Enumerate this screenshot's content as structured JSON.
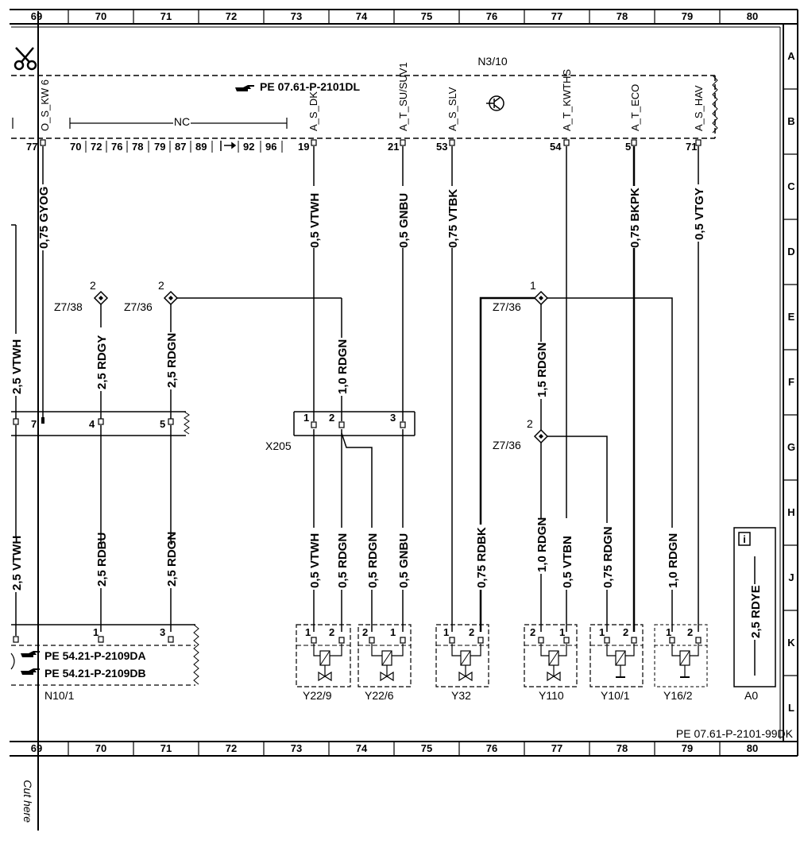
{
  "border": {
    "columns": [
      "69",
      "70",
      "71",
      "72",
      "73",
      "74",
      "75",
      "76",
      "77",
      "78",
      "79",
      "80"
    ],
    "rows": [
      "A",
      "B",
      "C",
      "D",
      "E",
      "F",
      "G",
      "H",
      "J",
      "K",
      "L"
    ],
    "cut_here": "Cut here",
    "page_ref": "PE 07.61-P-2101-99DK"
  },
  "control_unit": {
    "id": "N3/10",
    "ref": "PE 07.61-P-2101DL",
    "nc_label": "NC",
    "nc_pins": [
      "70",
      "72",
      "76",
      "78",
      "79",
      "87",
      "89",
      "92",
      "96"
    ],
    "signals": [
      "O_S_KW 6",
      "A_S_DK",
      "A_T_SU/SUV1",
      "A_S_SLV",
      "A_T_KWTHS",
      "A_T_ECO",
      "A_S_HAV"
    ],
    "pins": [
      "77",
      "19",
      "21",
      "53",
      "54",
      "5",
      "71"
    ]
  },
  "wires": {
    "w_77": "0,75 GYOG",
    "w_19": "0,5 VTWH",
    "w_21": "0,5 GNBU",
    "w_53": "0,75 VTBK",
    "w_5": "0,75 BKPK",
    "w_71": "0,5 VTGY",
    "left_top": "2,5 VTWH",
    "rdgy": "2,5 RDGY",
    "rdgn_top": "2,5 RDGN",
    "x205_in": "1,0 RDGN",
    "z736_down": "1,5 RDGN",
    "left_bot": "2,5 VTWH",
    "rdbu": "2,5 RDBU",
    "rdgn_bot": "2,5 RDGN",
    "y229_a": "0,5 VTWH",
    "y229_b": "0,5 RDGN",
    "y226_a": "0,5 RDGN",
    "y226_b": "0,5 GNBU",
    "y32_b": "0,75 RDBK",
    "y110_a": "1,0 RDGN",
    "y110_b": "0,5 VTBN",
    "y101_a": "0,75 RDGN",
    "y162_a": "1,0 RDGN",
    "a0": "2,5 RDYE"
  },
  "splices": {
    "z738": "Z7/38",
    "z738_pin": "2",
    "z736_top": "Z7/36",
    "z736_top_pin": "2",
    "z736_mid": "Z7/36",
    "z736_mid_pin": "1",
    "z736_low": "Z7/36",
    "z736_low_pin": "2"
  },
  "connector_x205": {
    "id": "X205",
    "pins": [
      "1",
      "2",
      "3"
    ]
  },
  "left_connector": {
    "pins": [
      "7",
      "4",
      "5"
    ]
  },
  "n10": {
    "id": "N10/1",
    "pins": [
      "1",
      "3"
    ],
    "ref1": "PE 54.21-P-2109DA",
    "ref2": "PE 54.21-P-2109DB"
  },
  "valves": [
    {
      "id": "Y22/9",
      "p1": "1",
      "p2": "2"
    },
    {
      "id": "Y22/6",
      "p1": "2",
      "p2": "1"
    },
    {
      "id": "Y32",
      "p1": "1",
      "p2": "2"
    },
    {
      "id": "Y110",
      "p1": "2",
      "p2": "1"
    },
    {
      "id": "Y10/1",
      "p1": "1",
      "p2": "2"
    },
    {
      "id": "Y16/2",
      "p1": "1",
      "p2": "2"
    }
  ],
  "a0": {
    "id": "A0",
    "info_icon": "i"
  },
  "icons": [
    "scissors-icon",
    "pointing-hand-icon",
    "transistor-icon",
    "info-icon"
  ]
}
